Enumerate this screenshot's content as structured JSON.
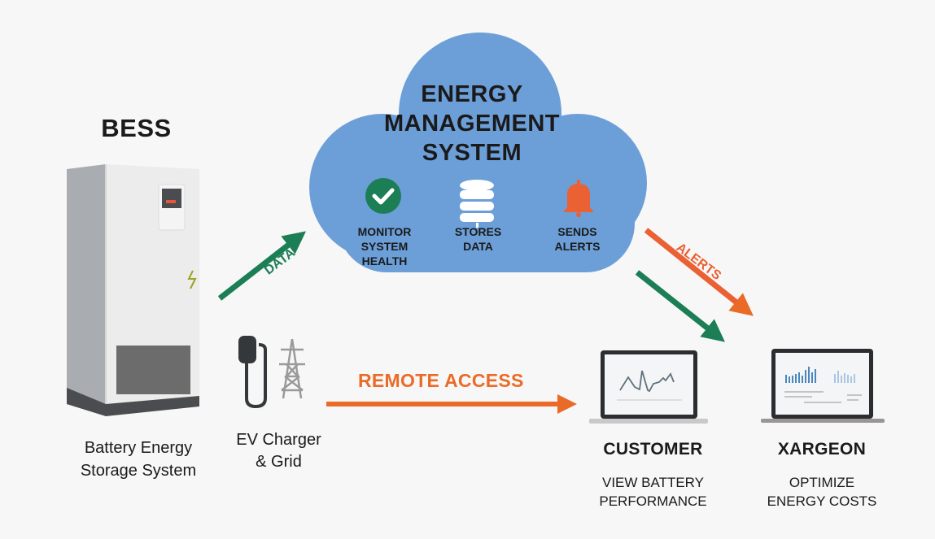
{
  "bess": {
    "title": "BESS",
    "label_line1": "Battery Energy",
    "label_line2": "Storage System"
  },
  "ev": {
    "label_line1": "EV Charger",
    "label_line2": "& Grid"
  },
  "cloud": {
    "title_line1": "ENERGY",
    "title_line2": "MANAGEMENT",
    "title_line3": "SYSTEM",
    "color": "#6c9fd8",
    "features": [
      {
        "icon": "check-circle-icon",
        "line1": "MONITOR",
        "line2": "SYSTEM",
        "line3": "HEALTH"
      },
      {
        "icon": "database-icon",
        "line1": "STORES",
        "line2": "DATA"
      },
      {
        "icon": "bell-icon",
        "line1": "SENDS",
        "line2": "ALERTS"
      }
    ]
  },
  "arrows": {
    "data_label": "DATA",
    "alerts_label": "ALERTS",
    "remote_label": "REMOTE ACCESS",
    "green": "#1b7e55",
    "orange": "#ea6b27"
  },
  "customer": {
    "title": "CUSTOMER",
    "sub_line1": "VIEW BATTERY",
    "sub_line2": "PERFORMANCE"
  },
  "xargeon": {
    "title": "XARGEON",
    "sub_line1": "OPTIMIZE",
    "sub_line2": "ENERGY COSTS"
  }
}
